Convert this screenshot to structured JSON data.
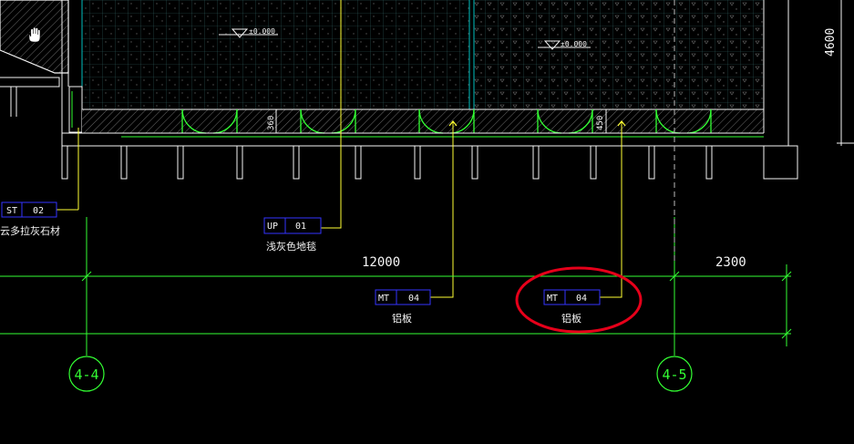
{
  "colors": {
    "background": "#000000",
    "wall": "#f5f5f5",
    "green": "#33ff33",
    "yellow": "#ffff33",
    "tag_blue": "#2222ff",
    "hatch": "#888888",
    "grid": "#3a6a6a",
    "red_circle": "#e6001a",
    "cyan": "#00c0c0"
  },
  "cursor": {
    "icon": "hand-pan-icon"
  },
  "elevations": [
    {
      "id": "elevation-left",
      "label": "±0.000"
    },
    {
      "id": "elevation-right",
      "label": "±0.000"
    }
  ],
  "dimensions": {
    "d360": "360",
    "d450": "450",
    "d4600": "4600",
    "d12000": "12000",
    "d2300": "2300"
  },
  "tags": {
    "st02": {
      "code": "ST",
      "num": "02",
      "desc": "云多拉灰石材"
    },
    "up01": {
      "code": "UP",
      "num": "01",
      "desc": "浅灰色地毯"
    },
    "mt04_left": {
      "code": "MT",
      "num": "04",
      "desc": "铝板"
    },
    "mt04_right": {
      "code": "MT",
      "num": "04",
      "desc": "铝板"
    }
  },
  "grid_bubbles": {
    "left": "4-4",
    "right": "4-5"
  }
}
